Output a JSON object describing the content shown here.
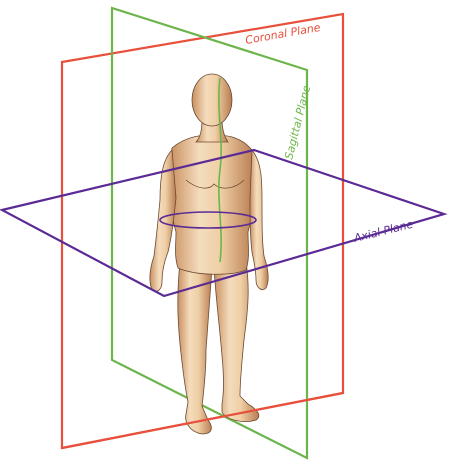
{
  "diagram": {
    "planes": {
      "coronal": {
        "label": "Coronal Plane",
        "color": "#e8503c"
      },
      "sagittal": {
        "label": "Sagittal Plane",
        "color": "#6db54a"
      },
      "axial": {
        "label": "Axial Plane",
        "color": "#5b2a95"
      }
    },
    "figure": {
      "skin_light": "#f3d7b3",
      "skin_mid": "#e2b080",
      "skin_dark": "#b97c50",
      "line": "#6b4a33"
    }
  }
}
